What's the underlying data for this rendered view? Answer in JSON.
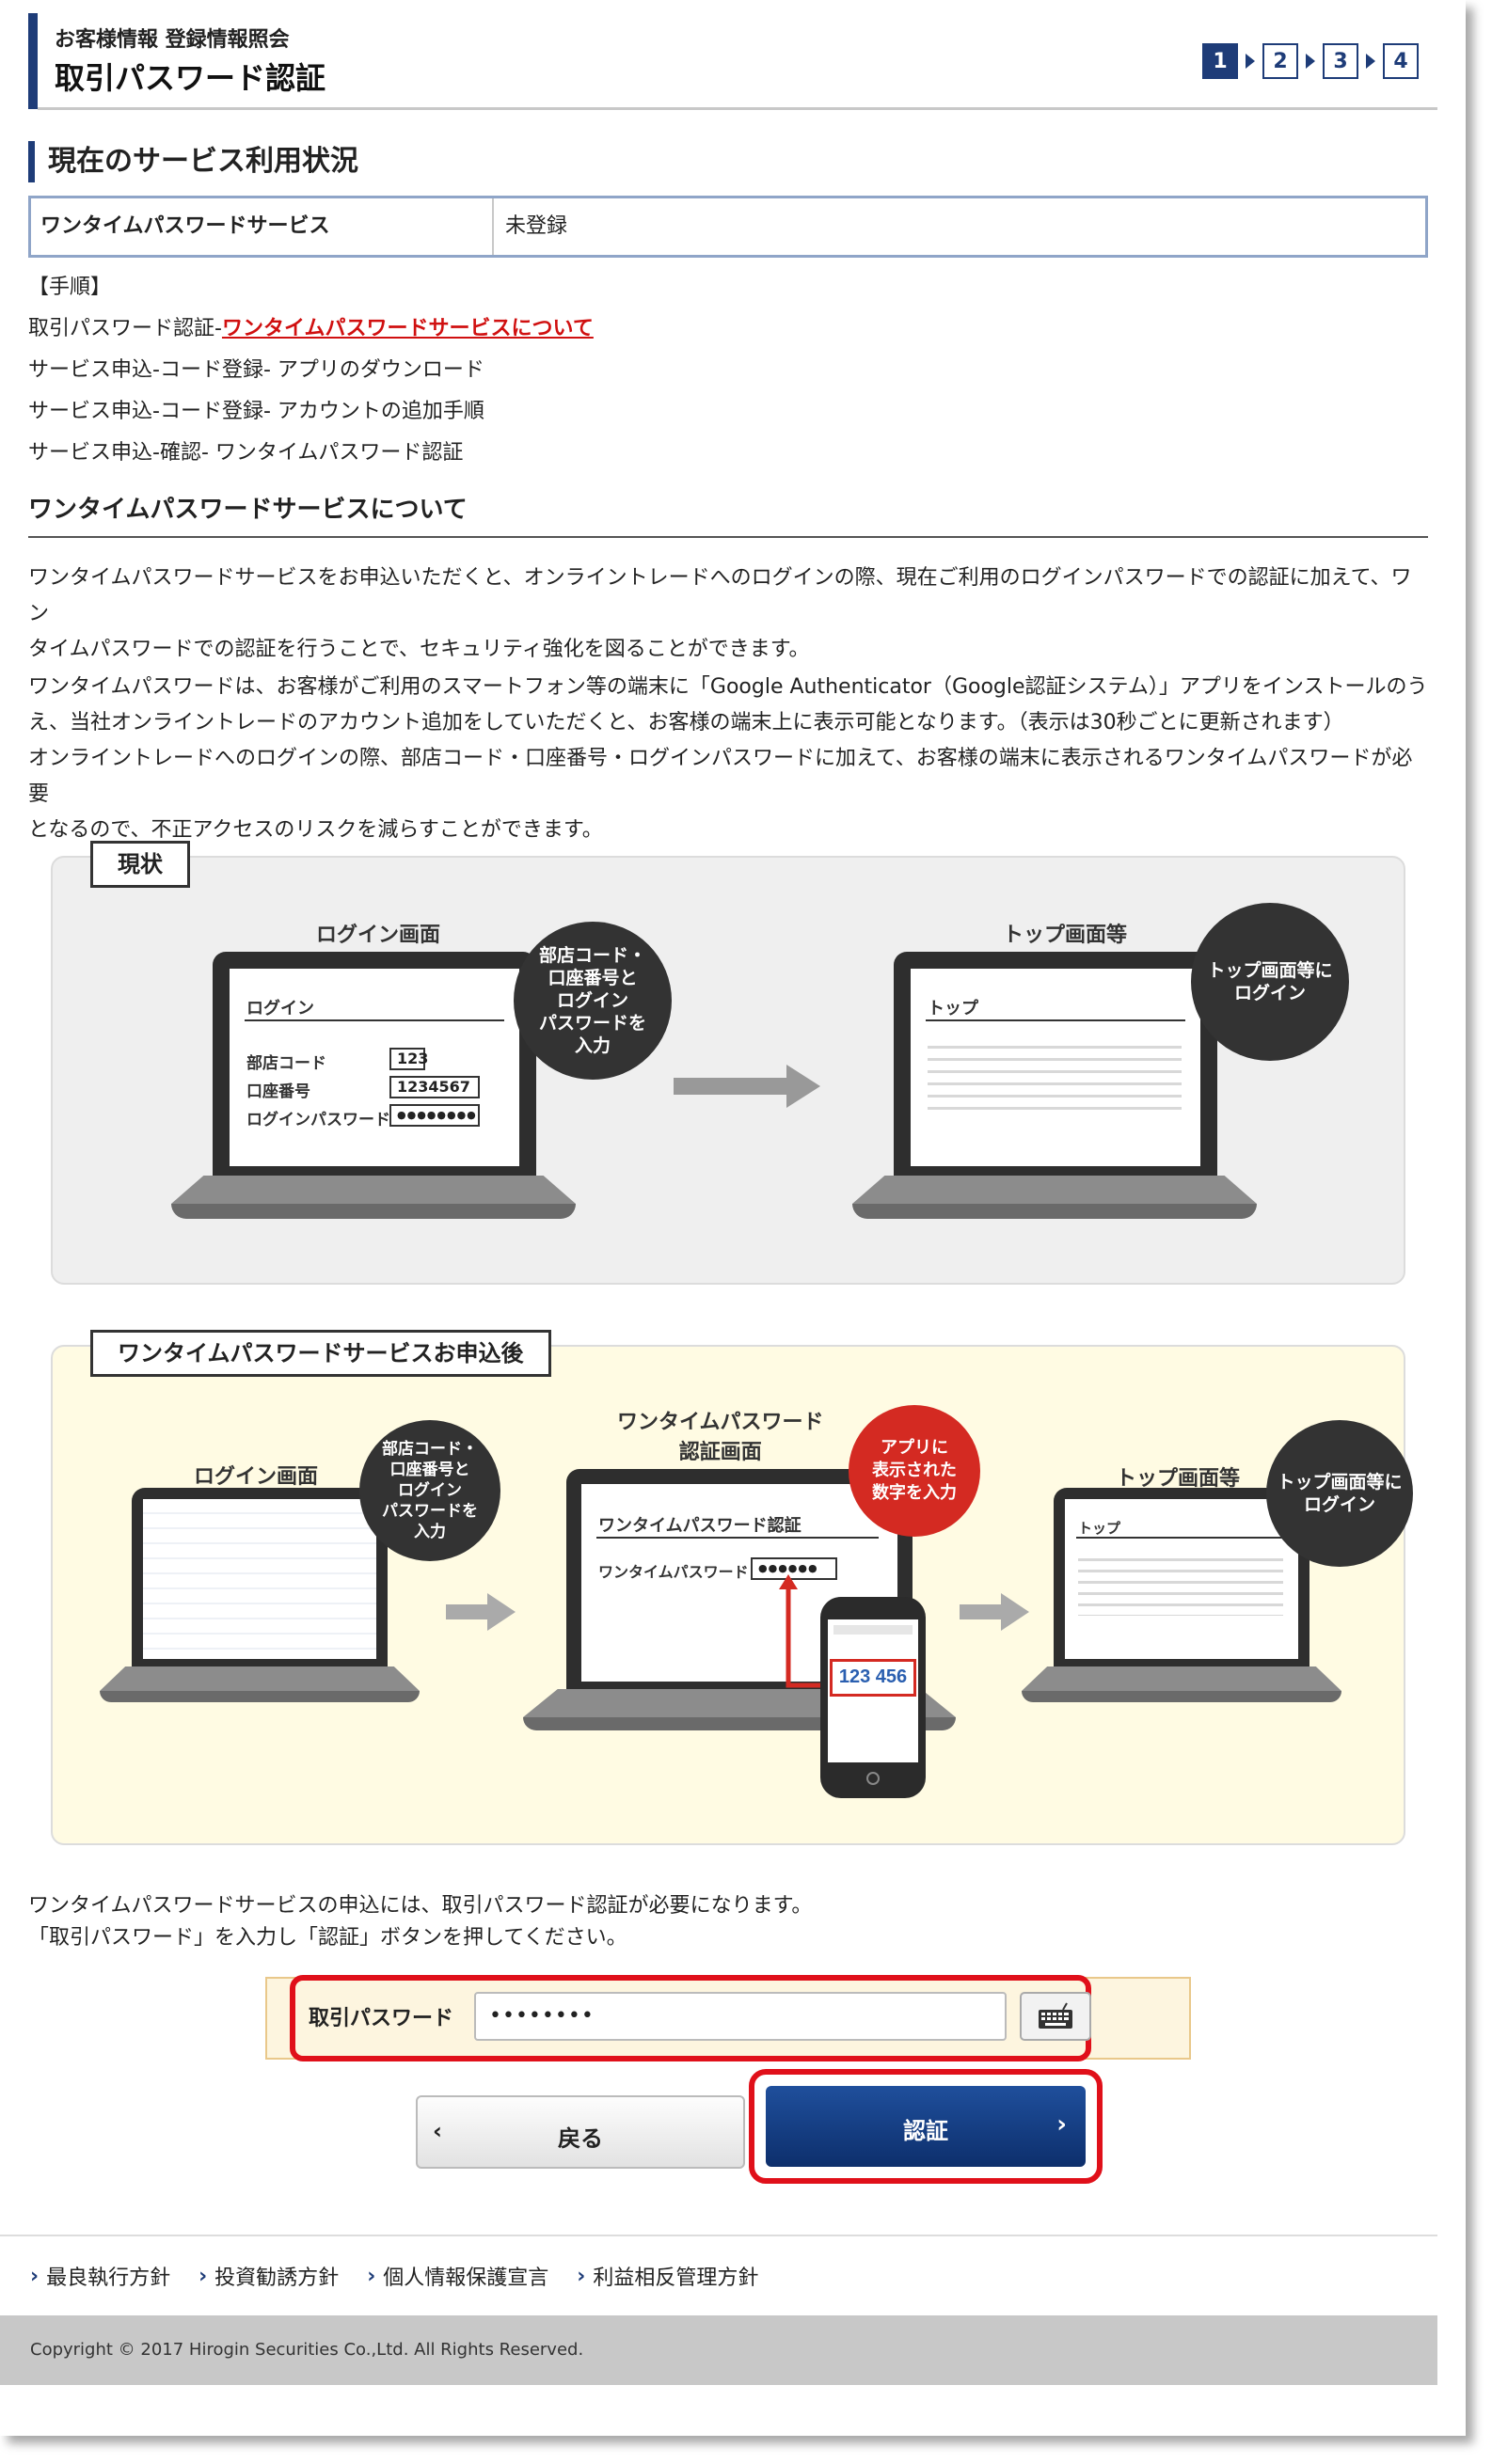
{
  "header": {
    "breadcrumb": "お客様情報 登録情報照会",
    "title": "取引パスワード認証",
    "steps": [
      "1",
      "2",
      "3",
      "4"
    ],
    "active_step": 1
  },
  "status_section": {
    "heading": "現在のサービス利用状況",
    "row_label": "ワンタイムパスワードサービス",
    "row_value": "未登録"
  },
  "procedure": {
    "label": "【手順】",
    "line1_prefix": "取引パスワード認証-",
    "line1_link": "ワンタイムパスワードサービスについて",
    "line2": "サービス申込-コード登録- アプリのダウンロード",
    "line3": "サービス申込-コード登録- アカウントの追加手順",
    "line4": "サービス申込-確認- ワンタイムパスワード認証"
  },
  "about": {
    "heading": "ワンタイムパスワードサービスについて",
    "para1_line1": "ワンタイムパスワードサービスをお申込いただくと、オンライントレードへのログインの際、現在ご利用のログインパスワードでの認証に加えて、ワン",
    "para1_line2": "タイムパスワードでの認証を行うことで、セキュリティ強化を図ることができます。",
    "para2_line1": "ワンタイムパスワードは、お客様がご利用のスマートフォン等の端末に「Google Authenticator（Google認証システム）」アプリをインストールのう",
    "para2_line2": "え、当社オンライントレードのアカウント追加をしていただくと、お客様の端末上に表示可能となります。（表示は30秒ごとに更新されます）",
    "para2_line3": "オンライントレードへのログインの際、部店コード・口座番号・ログインパスワードに加えて、お客様の端末に表示されるワンタイムパスワードが必要",
    "para2_line4": "となるので、不正アクセスのリスクを減らすことができます。"
  },
  "diagram_current": {
    "tag": "現状",
    "login_label": "ログイン画面",
    "top_label": "トップ画面等",
    "bubble_login": [
      "部店コード・",
      "口座番号と",
      "ログイン",
      "パスワードを",
      "入力"
    ],
    "bubble_top": [
      "トップ画面等に",
      "ログイン"
    ],
    "screen_title": "ログイン",
    "field1_label": "部店コード",
    "field1_value": "123",
    "field2_label": "口座番号",
    "field2_value": "1234567",
    "field3_label": "ログインパスワード",
    "field3_value": "●●●●●●●●",
    "top_screen_title": "トップ"
  },
  "diagram_after": {
    "tag": "ワンタイムパスワードサービスお申込後",
    "login_label": "ログイン画面",
    "otp_label_line1": "ワンタイムパスワード",
    "otp_label_line2": "認証画面",
    "top_label": "トップ画面等",
    "bubble_login": [
      "部店コード・",
      "口座番号と",
      "ログイン",
      "パスワードを",
      "入力"
    ],
    "bubble_app": [
      "アプリに",
      "表示された",
      "数字を入力"
    ],
    "bubble_top": [
      "トップ画面等に",
      "ログイン"
    ],
    "otp_screen_title": "ワンタイムパスワード認証",
    "otp_field_label": "ワンタイムパスワード",
    "otp_field_value": "●●●●●●",
    "phone_code": "123 456",
    "top_screen_title": "トップ"
  },
  "instruction": {
    "line1": "ワンタイムパスワードサービスの申込には、取引パスワード認証が必要になります。",
    "line2": "「取引パスワード」を入力し「認証」ボタンを押してください。"
  },
  "form": {
    "password_label": "取引パスワード",
    "password_value": "••••••••",
    "keyboard_icon": "keyboard-icon"
  },
  "buttons": {
    "back_label": "戻る",
    "auth_label": "認証"
  },
  "footer": {
    "links": [
      "最良執行方針",
      "投資勧誘方針",
      "個人情報保護宣言",
      "利益相反管理方針"
    ],
    "copyright": "Copyright © 2017 Hirogin Securities Co.,Ltd. All Rights Reserved."
  },
  "colors": {
    "brand_navy": "#1e3c78",
    "highlight_red": "#e0101a",
    "link_red": "#d01010"
  }
}
